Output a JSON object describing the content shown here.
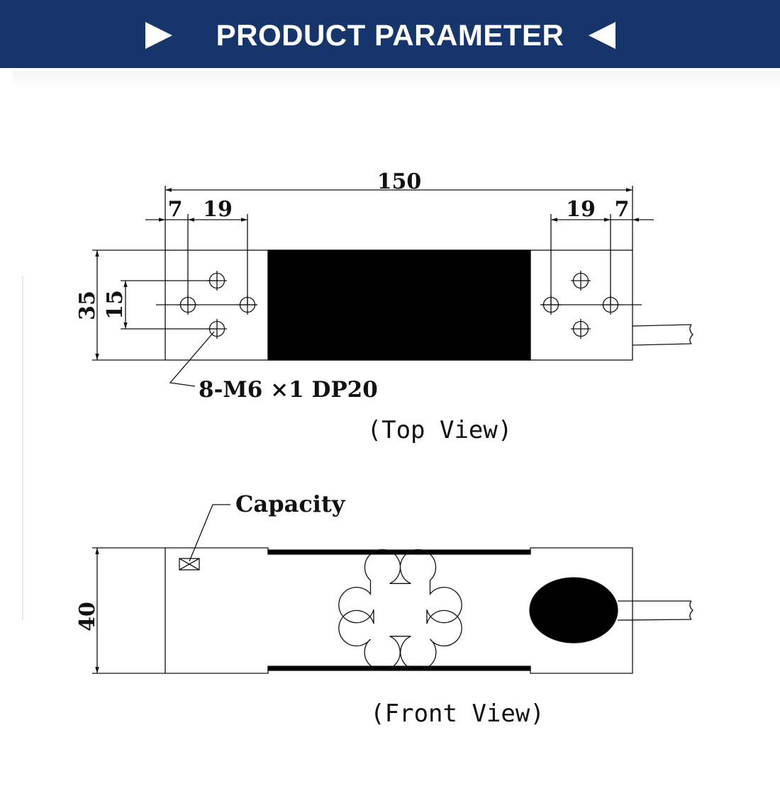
{
  "header": {
    "title": "PRODUCT PARAMETER",
    "bg_color": "#16356a",
    "arrow_left_icon": "triangle-right-icon",
    "arrow_right_icon": "triangle-left-icon"
  },
  "top_view": {
    "overall_length": "150",
    "left_edge_offset": "7",
    "left_hole_spacing": "19",
    "right_hole_spacing": "19",
    "right_edge_offset": "7",
    "height": "35",
    "hole_vertical_spacing": "15",
    "thread_callout": "8-M6 ×1 DP20",
    "caption": "(Top View)"
  },
  "front_view": {
    "capacity_label": "Capacity",
    "height": "40",
    "caption": "(Front View)"
  }
}
